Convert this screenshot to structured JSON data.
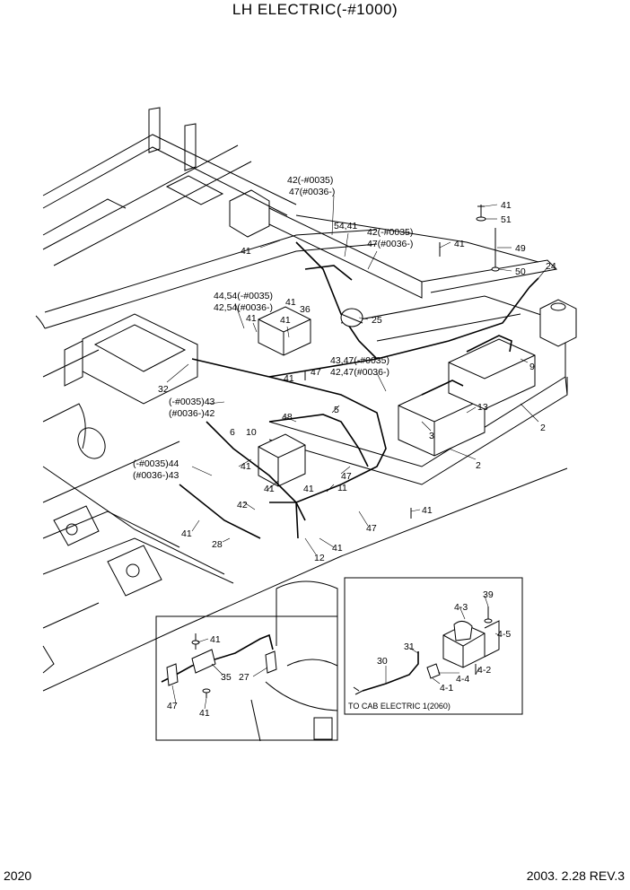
{
  "title": "LH ELECTRIC(-#1000)",
  "footer": {
    "page_number": "2020",
    "date_rev": "2003. 2.28  REV.3"
  },
  "callouts": {
    "c42_47_top": [
      "42(-#0035)",
      "47(#0036-)"
    ],
    "c54_41": "54,41",
    "c42_47_mid": [
      "42(-#0035)",
      "47(#0036-)"
    ],
    "c41_a": "41",
    "c41_b": "41",
    "c41_top_bolt": "41",
    "c51": "51",
    "c49": "49",
    "c50": "50",
    "c24": "24",
    "c44_54": [
      "44,54(-#0035)",
      "42,54(#0036-)"
    ],
    "c41_c": "41",
    "c41_d": "41",
    "c41_e": "41",
    "c36": "36",
    "c25": "25",
    "c43_47": [
      "43,47(-#0035)",
      "42,47(#0036-)"
    ],
    "c41_f": "41",
    "c47_a": "47",
    "c9": "9",
    "c32": "32",
    "c43_42_left": [
      "(-#0035)43",
      "(#0036-)42"
    ],
    "c5": "5",
    "c13": "13",
    "c48": "48",
    "c6": "6",
    "c10": "10",
    "c3": "3",
    "c2_a": "2",
    "c2_b": "2",
    "c44_43_left": [
      "(-#0035)44",
      "(#0036-)43"
    ],
    "c41_g": "41",
    "c41_h": "41",
    "c41_i": "41",
    "c47_b": "47",
    "c11": "11",
    "c42": "42",
    "c41_j": "41",
    "c47_c": "47",
    "c41_k": "41",
    "c28": "28",
    "c41_l": "41",
    "c12": "12",
    "inset1": {
      "c41_top": "41",
      "c35": "35",
      "c27": "27",
      "c47": "47",
      "c41_bottom": "41"
    },
    "inset2": {
      "c39": "39",
      "c4_3": "4-3",
      "c4_5": "4-5",
      "c31": "31",
      "c30": "30",
      "c4_2": "4-2",
      "c4_4": "4-4",
      "c4_1": "4-1",
      "note": "TO CAB ELECTRIC 1(2060)"
    }
  }
}
